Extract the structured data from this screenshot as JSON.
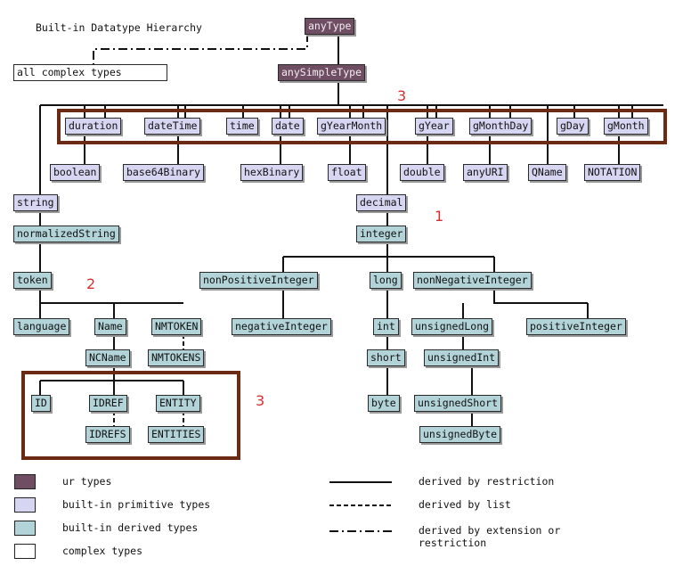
{
  "title": "Built-in Datatype Hierarchy",
  "nodes": {
    "anyType": "anyType",
    "allComplex": "all complex types",
    "anySimpleType": "anySimpleType",
    "duration": "duration",
    "dateTime": "dateTime",
    "time": "time",
    "date": "date",
    "gYearMonth": "gYearMonth",
    "gYear": "gYear",
    "gMonthDay": "gMonthDay",
    "gDay": "gDay",
    "gMonth": "gMonth",
    "boolean": "boolean",
    "base64Binary": "base64Binary",
    "hexBinary": "hexBinary",
    "float": "float",
    "double": "double",
    "anyURI": "anyURI",
    "QName": "QName",
    "NOTATION": "NOTATION",
    "string": "string",
    "decimal": "decimal",
    "normalizedString": "normalizedString",
    "integer": "integer",
    "token": "token",
    "nonPositiveInteger": "nonPositiveInteger",
    "long": "long",
    "nonNegativeInteger": "nonNegativeInteger",
    "language": "language",
    "Name": "Name",
    "NMTOKEN": "NMTOKEN",
    "negativeInteger": "negativeInteger",
    "int": "int",
    "unsignedLong": "unsignedLong",
    "positiveInteger": "positiveInteger",
    "NCName": "NCName",
    "NMTOKENS": "NMTOKENS",
    "short": "short",
    "unsignedInt": "unsignedInt",
    "ID": "ID",
    "IDREF": "IDREF",
    "ENTITY": "ENTITY",
    "byte": "byte",
    "unsignedShort": "unsignedShort",
    "IDREFS": "IDREFS",
    "ENTITIES": "ENTITIES",
    "unsignedByte": "unsignedByte"
  },
  "annotations": {
    "a1": "1",
    "a2": "2",
    "a3top": "3",
    "a3bottom": "3"
  },
  "legend": {
    "ur": "ur types",
    "primitive": "built-in primitive types",
    "derived": "built-in derived types",
    "complex": "complex types",
    "restriction": "derived by restriction",
    "list": "derived by list",
    "extension": "derived by extension or restriction"
  },
  "colors": {
    "ur": "#6f4e63",
    "primitive": "#d6d5f2",
    "derived": "#b2d3d8",
    "frame": "#6b2a14",
    "annotation": "#d83030"
  }
}
